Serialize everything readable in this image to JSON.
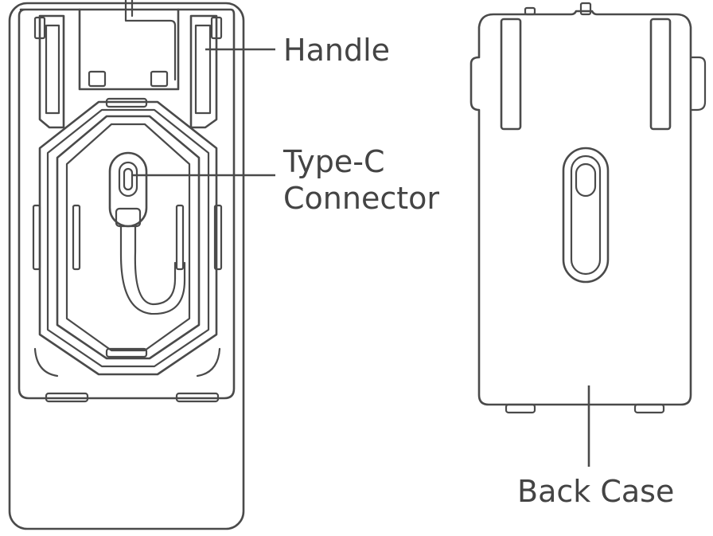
{
  "labels": {
    "handle": "Handle",
    "type_c_line1": "Type-C",
    "type_c_line2": "Connector",
    "back_case": "Back Case"
  },
  "colors": {
    "line": "#4a4a4a",
    "text": "#444444",
    "background": "#ffffff"
  }
}
